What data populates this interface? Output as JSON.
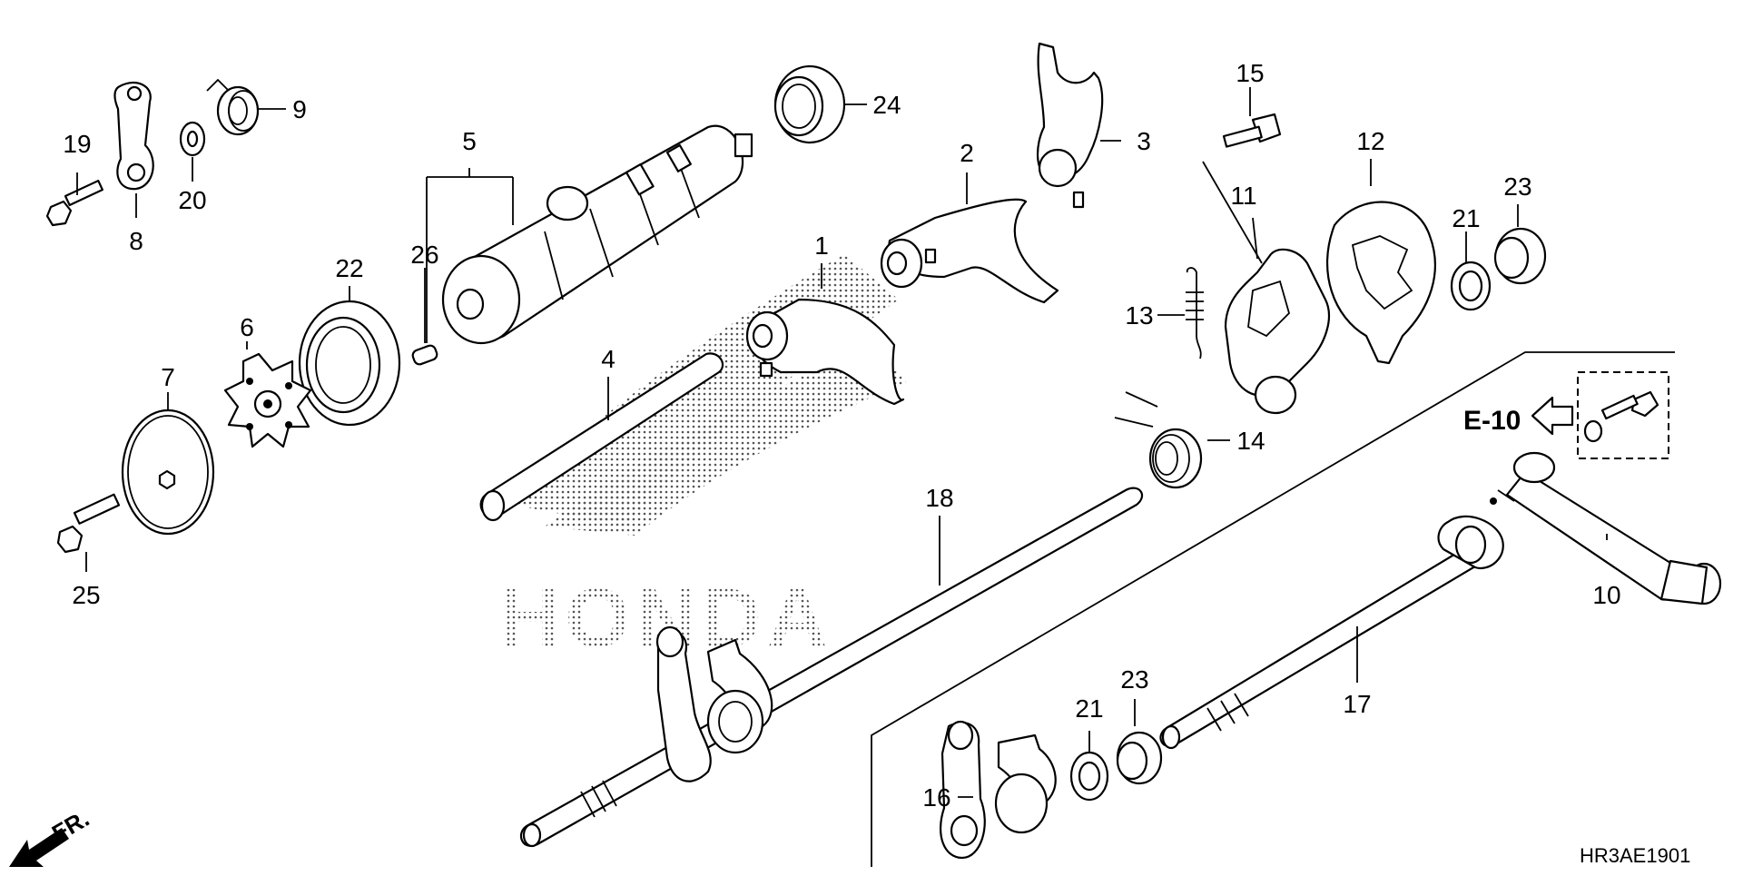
{
  "diagram": {
    "colors": {
      "ink": "#000000",
      "paper": "#ffffff",
      "dots": "#555555"
    },
    "logo_text": "HONDA",
    "callouts": [
      "1",
      "2",
      "3",
      "4",
      "5",
      "6",
      "7",
      "8",
      "9",
      "10",
      "11",
      "12",
      "13",
      "14",
      "15",
      "16",
      "17",
      "18",
      "19",
      "20",
      "21",
      "21",
      "22",
      "23",
      "23",
      "24",
      "25",
      "26"
    ],
    "reference_label": "E-10",
    "direction_label": "FR.",
    "diagram_code": "HR3AE1901"
  }
}
